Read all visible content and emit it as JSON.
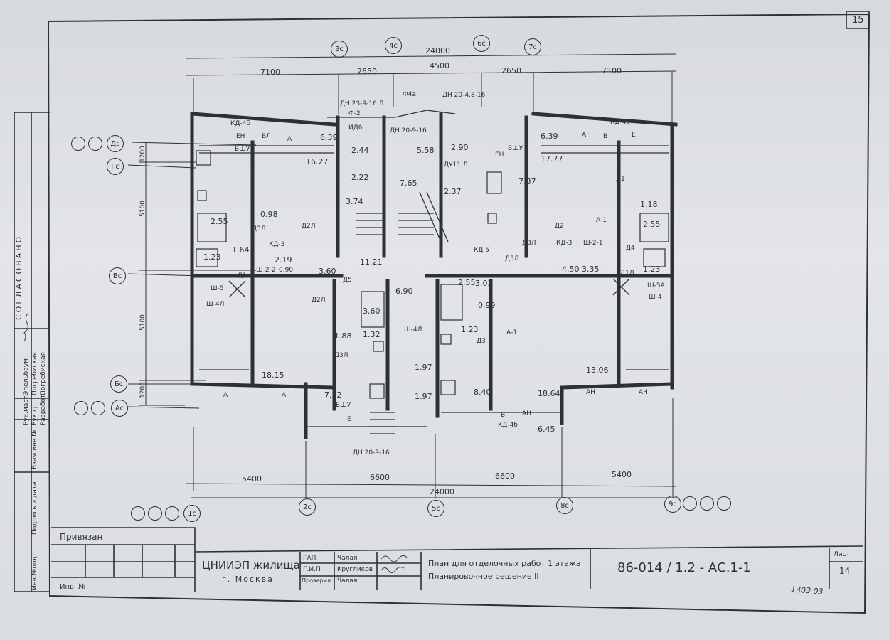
{
  "sheet_corner": "15",
  "left_strip": {
    "approved": "СОГЛАСОВАНО",
    "roles": [
      "Рук.маст.",
      "Рук.гр.",
      "Разработ."
    ],
    "names": [
      "Эпельбаум",
      "Погребиская",
      "Погребиская"
    ],
    "cols": [
      "Инв.№подл.",
      "Подпись и дата",
      "Взам.инв.№"
    ]
  },
  "axes": {
    "top": [
      "3с",
      "4с",
      "6с",
      "7с"
    ],
    "bottom": [
      "1с",
      "2с",
      "5с",
      "8с",
      "9с"
    ],
    "left": [
      "Дс",
      "Гс",
      "Вс",
      "Бс",
      "Ас"
    ]
  },
  "dims": {
    "top_total": "24000",
    "top_mid": "4500",
    "top": [
      "7100",
      "2650",
      "2650",
      "7100"
    ],
    "bottom": [
      "5400",
      "6600",
      "6600",
      "5400"
    ],
    "bottom_total": "24000",
    "left": [
      "1200",
      "5100",
      "5100",
      "1200"
    ]
  },
  "areas": [
    "16.27",
    "6.39",
    "0.98",
    "2.19",
    "1.64",
    "2.55",
    "1.23",
    "3.60",
    "11.21",
    "3.74",
    "2.22",
    "2.44",
    "5.58",
    "7.65",
    "2.90",
    "2.37",
    "7.87",
    "6.39",
    "17.77",
    "1.18",
    "2.55",
    "4.50",
    "3.35",
    "1.23",
    "6.90",
    "3.60",
    "1.32",
    "1.88",
    "18.15",
    "7.52",
    "1.97",
    "1.97",
    "2.55",
    "3.03",
    "0.99",
    "1.23",
    "8.40",
    "18.64",
    "6.45",
    "13.06"
  ],
  "codes": [
    "ДН 23-9-16 Л",
    "Ф-2",
    "Ф4а",
    "ДН 20-4.8-16",
    "КД-4б",
    "ЕН",
    "ВЛ",
    "А",
    "БШУ",
    "ИД6",
    "ДН 20-9-16",
    "ДУ11 Л",
    "ЕН",
    "БШУ",
    "АН",
    "В",
    "Е",
    "КД-4а",
    "Д1",
    "Д3Л",
    "Д2Л",
    "КД-3",
    "Ш-2-2",
    "0.90",
    "Д5",
    "Ш-5",
    "Ш-4Л",
    "Д1",
    "А-1",
    "Д2",
    "КД-3",
    "Ш-2-1",
    "Д3Л",
    "Д5Л",
    "КД 5",
    "Ш-5А",
    "Ш-4",
    "Д2Л",
    "Д3Л",
    "Ш-4Л",
    "А-1",
    "Д3",
    "Е",
    "БШУ",
    "А",
    "А",
    "Д1Л",
    "АН",
    "АН",
    "В",
    "АН",
    "КД-4б",
    "ДН 20-9-16",
    "Д4"
  ],
  "title_block": {
    "bound": "Привязан",
    "inv": "Инв. №",
    "org": "ЦНИИЭП жилища",
    "city": "г. Москва",
    "roles": [
      "ГАП",
      "Г.И.П",
      "Проверил"
    ],
    "people": [
      "Чалая",
      "Кругликов",
      "Чалая"
    ],
    "title1": "План для отделочных работ 1 этажа",
    "title2": "Планировочное решение II",
    "code": "86-014 / 1.2 - АС.1-1",
    "sheet_label": "Лист",
    "sheet_no": "14",
    "handwritten": "1303 03"
  }
}
